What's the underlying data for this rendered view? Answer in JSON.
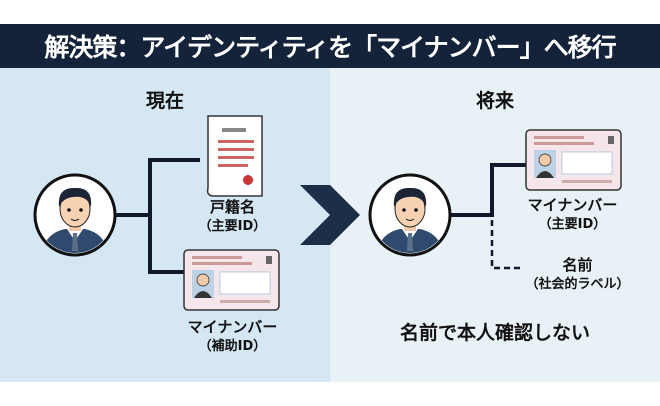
{
  "header": {
    "title": "解決策：アイデンティティを「マイナンバー」へ移行"
  },
  "current": {
    "title": "現在",
    "koseki_label": "戸籍名",
    "koseki_sub": "（主要ID）",
    "mynumber_label": "マイナンバー",
    "mynumber_sub": "（補助ID）"
  },
  "future": {
    "title": "将来",
    "mynumber_label": "マイナンバー",
    "mynumber_sub": "（主要ID）",
    "name_label": "名前",
    "name_sub": "（社会的ラベル）",
    "caption": "名前で本人確認しない"
  },
  "colors": {
    "header": "#14233a",
    "left_bg": "#d5e7f3",
    "right_bg": "#e8f1f6"
  }
}
